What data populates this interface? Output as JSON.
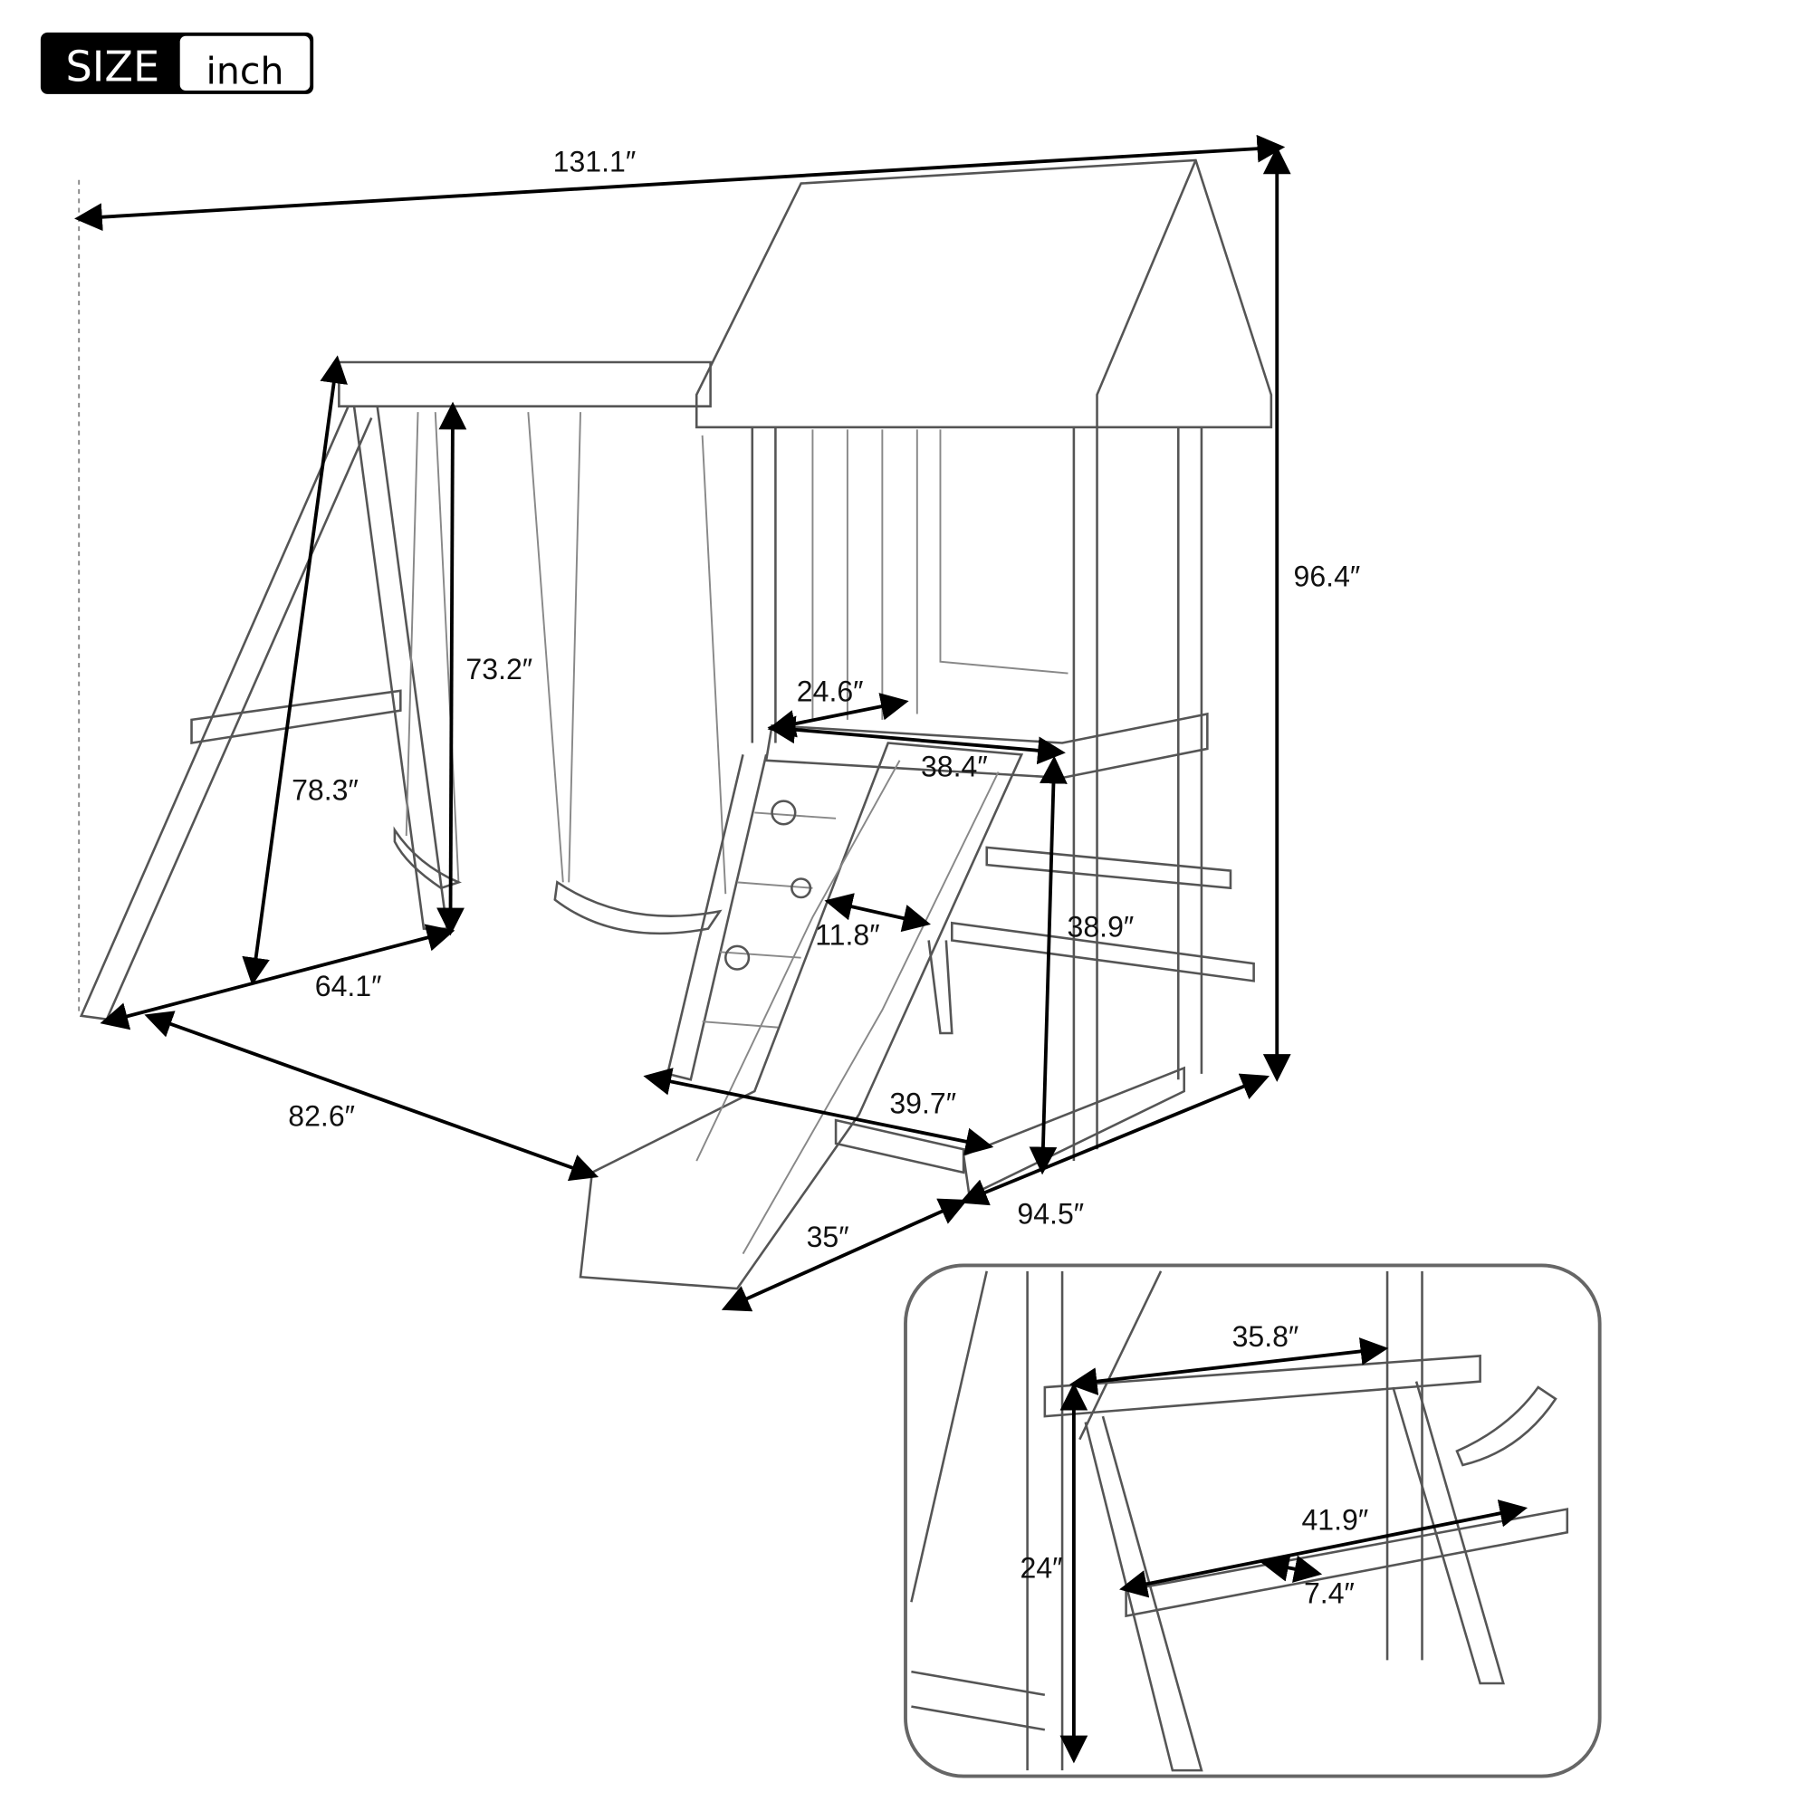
{
  "badge": {
    "label": "SIZE",
    "unit": "inch"
  },
  "dimensions": {
    "overall_length": "131.1″",
    "overall_height": "96.4″",
    "swing_height": "73.2″",
    "swing_leg_length": "78.3″",
    "swing_base_depth": "64.1″",
    "swing_beam_width": "82.6″",
    "platform_depth": "24.6″",
    "platform_width": "38.4″",
    "slide_width": "11.8″",
    "platform_height": "38.9″",
    "slide_length": "39.7″",
    "slide_base": "35″",
    "tower_base_width": "94.5″"
  },
  "inset": {
    "table_top_length": "35.8″",
    "bench_length": "41.9″",
    "table_height": "24″",
    "bench_width": "7.4″"
  },
  "colors": {
    "ink": "#000000",
    "sketch": "#555555",
    "inset_border": "#666666"
  }
}
